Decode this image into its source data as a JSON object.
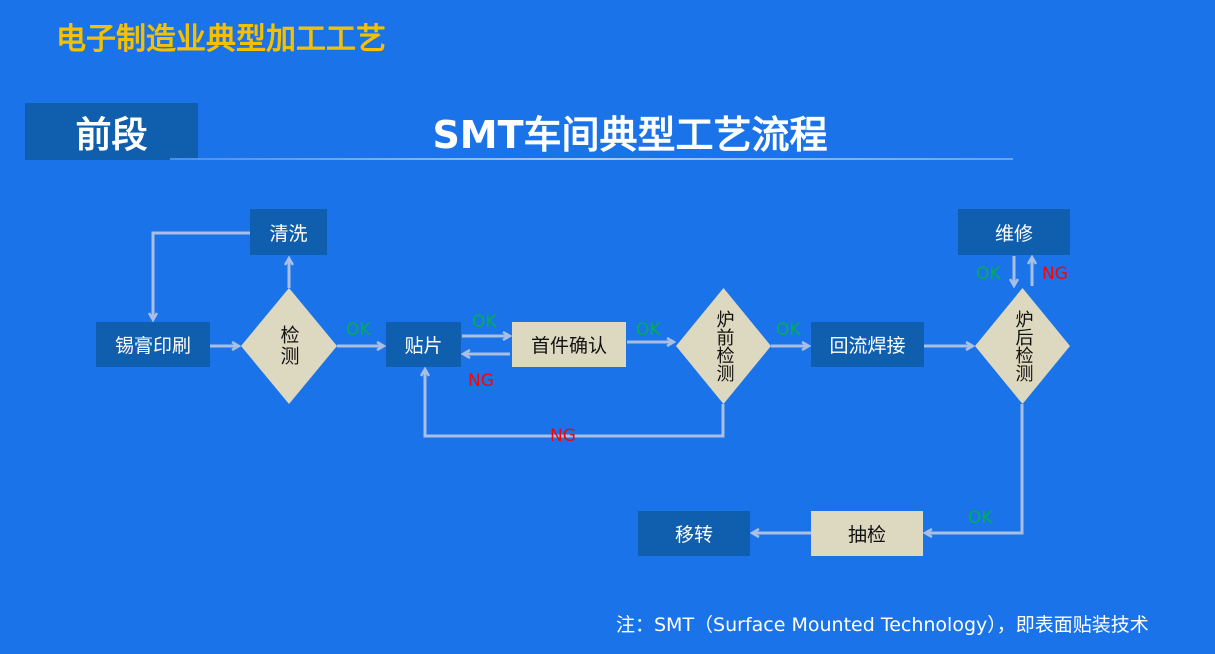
{
  "header": {
    "title": "电子制造业典型加工工艺",
    "section": "前段",
    "subtitle": "SMT车间典型工艺流程"
  },
  "nodes": {
    "solder_print": "锡膏印刷",
    "inspect1": "检测",
    "clean": "清洗",
    "placement": "贴片",
    "first_article": "首件确认",
    "pre_reflow_inspect": "炉前检测",
    "reflow": "回流焊接",
    "post_reflow_inspect": "炉后检测",
    "repair": "维修",
    "sampling": "抽检",
    "transfer": "移转"
  },
  "labels": {
    "ok": "OK",
    "ng": "NG"
  },
  "footnote": "注：SMT（Surface Mounted Technology），即表面贴装技术",
  "colors": {
    "background": "#1a73e9",
    "box_dark": "#0f5fae",
    "box_beige": "#ddd8c0",
    "title": "#f5c000",
    "ok": "#00b050",
    "ng": "#ff0000"
  }
}
